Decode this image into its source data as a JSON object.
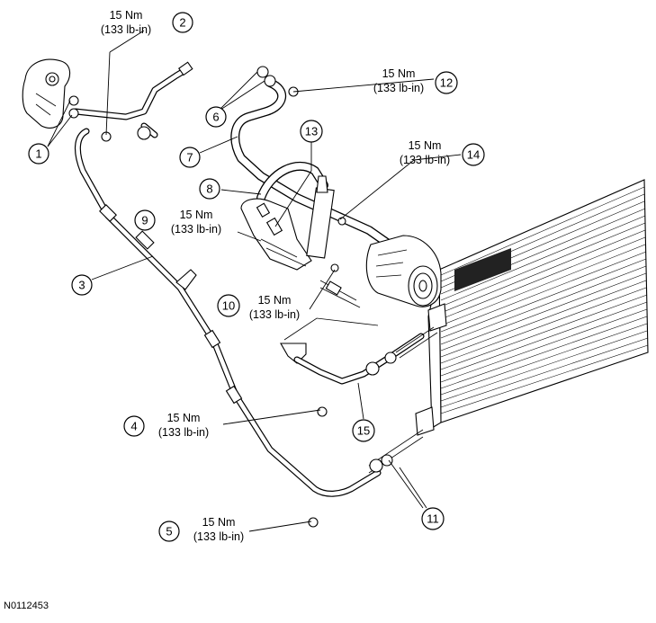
{
  "figure_code": "N0112453",
  "callouts": [
    {
      "number": "1"
    },
    {
      "number": "2"
    },
    {
      "number": "3"
    },
    {
      "number": "4"
    },
    {
      "number": "5"
    },
    {
      "number": "6"
    },
    {
      "number": "7"
    },
    {
      "number": "8"
    },
    {
      "number": "9"
    },
    {
      "number": "10"
    },
    {
      "number": "11"
    },
    {
      "number": "12"
    },
    {
      "number": "13"
    },
    {
      "number": "14"
    },
    {
      "number": "15"
    }
  ],
  "torque_specs": {
    "spec_2": {
      "metric": "15 Nm",
      "imperial": "(133 lb-in)"
    },
    "spec_12": {
      "metric": "15 Nm",
      "imperial": "(133 lb-in)"
    },
    "spec_14": {
      "metric": "15 Nm",
      "imperial": "(133 lb-in)"
    },
    "spec_9": {
      "metric": "15 Nm",
      "imperial": "(133 lb-in)"
    },
    "spec_10": {
      "metric": "15 Nm",
      "imperial": "(133 lb-in)"
    },
    "spec_4": {
      "metric": "15 Nm",
      "imperial": "(133 lb-in)"
    },
    "spec_5": {
      "metric": "15 Nm",
      "imperial": "(133 lb-in)"
    }
  }
}
